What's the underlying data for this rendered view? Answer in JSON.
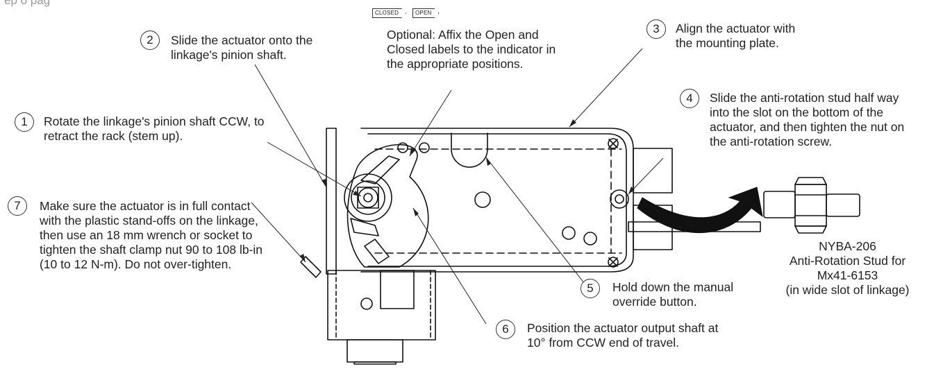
{
  "page_header_fragment": "ep         o        pag",
  "labels_tags": {
    "closed": "CLOSED",
    "open": "OPEN"
  },
  "optional_note": "Optional: Affix the Open and Closed labels to the indicator in the appropriate positions.",
  "steps": [
    {
      "num": "1",
      "text": "Rotate the linkage's pinion shaft CCW, to retract the rack (stem up)."
    },
    {
      "num": "2",
      "text": "Slide the actuator onto the linkage's pinion shaft."
    },
    {
      "num": "3",
      "text": "Align the actuator with the mounting plate."
    },
    {
      "num": "4",
      "text": "Slide the anti-rotation stud half way into the slot on the bottom of the actuator, and then tighten the nut on the anti-rotation screw."
    },
    {
      "num": "5",
      "text": "Hold down the manual override button."
    },
    {
      "num": "6",
      "text": "Position the actuator output shaft at 10° from CCW end of travel."
    },
    {
      "num": "7",
      "text": "Make sure the actuator is in full contact with the plastic stand-offs on the linkage, then use an 18 mm wrench or socket to tighten the shaft clamp nut 90 to 108 lb-in (10 to 12 N-m). Do not over-tighten."
    }
  ],
  "stud_caption": {
    "line1": "NYBA-206",
    "line2": "Anti-Rotation Stud for",
    "line3": "Mx41-6153",
    "line4": "(in wide slot of linkage)"
  }
}
